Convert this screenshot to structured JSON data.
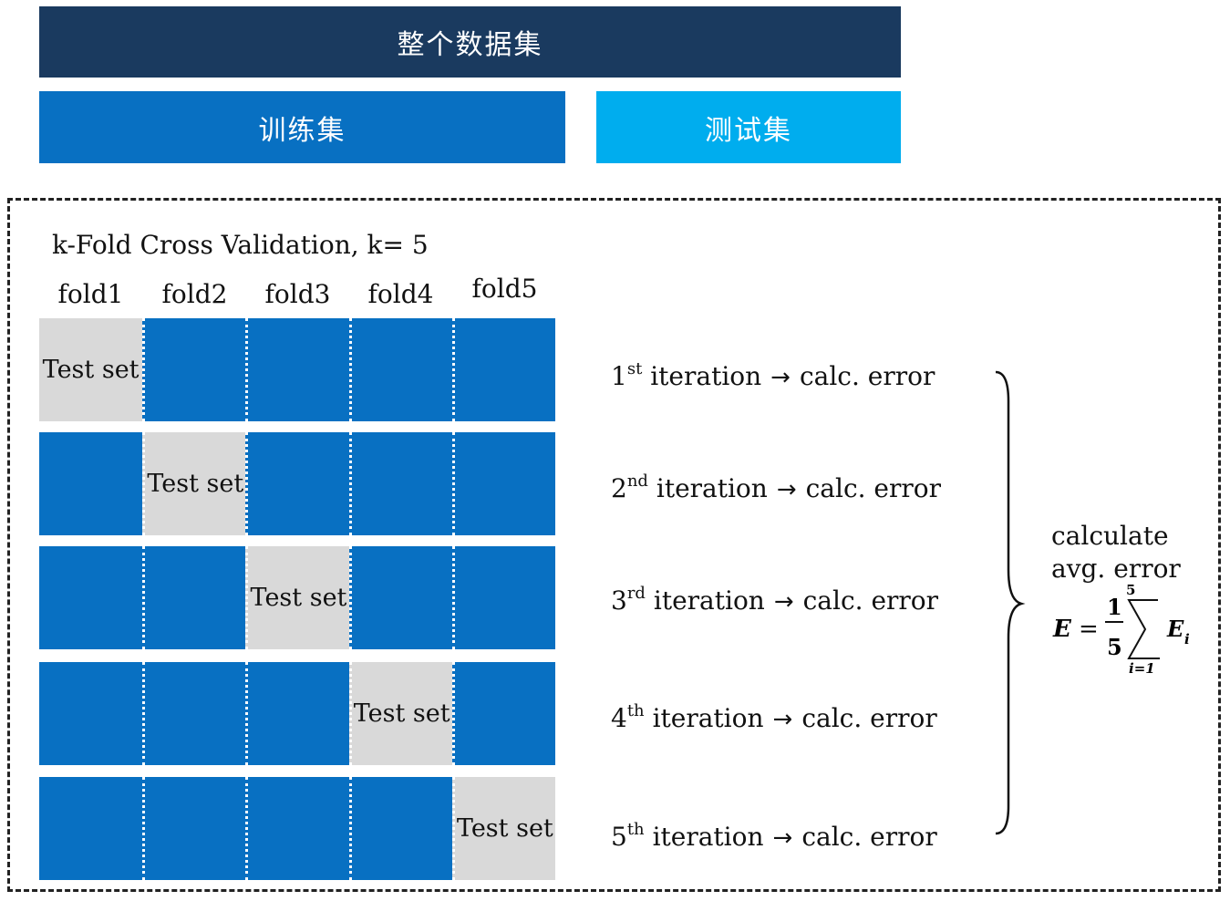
{
  "header": {
    "full_dataset": "整个数据集",
    "train_set": "训练集",
    "test_set": "测试集"
  },
  "cv": {
    "title": "k-Fold Cross Validation, k= 5",
    "folds": [
      "fold1",
      "fold2",
      "fold3",
      "fold4",
      "fold5"
    ],
    "test_cell_label": "Test set",
    "grid_test_positions": [
      0,
      1,
      2,
      3,
      4
    ],
    "iterations": [
      {
        "num": "1",
        "suffix": "st",
        "text": "iteration",
        "arrow": "→",
        "result": "calc. error"
      },
      {
        "num": "2",
        "suffix": "nd",
        "text": "iteration",
        "arrow": "→",
        "result": "calc. error"
      },
      {
        "num": "3",
        "suffix": "rd",
        "text": "iteration",
        "arrow": "→",
        "result": "calc. error"
      },
      {
        "num": "4",
        "suffix": "th",
        "text": "iteration",
        "arrow": "→",
        "result": "calc. error"
      },
      {
        "num": "5",
        "suffix": "th",
        "text": "iteration",
        "arrow": "→",
        "result": "calc. error"
      }
    ],
    "summary": {
      "line1": "calculate",
      "line2": "avg. error",
      "formula": {
        "lhs": "E",
        "eq": "=",
        "numerator": "1",
        "denominator": "5",
        "sum_upper": "5",
        "sum_lower": "i=1",
        "term": "E",
        "term_sub": "i"
      }
    }
  },
  "colors": {
    "full_dataset": "#1a3a5f",
    "train": "#0870c2",
    "test": "#00adee",
    "test_cell": "#d9d9d9"
  }
}
